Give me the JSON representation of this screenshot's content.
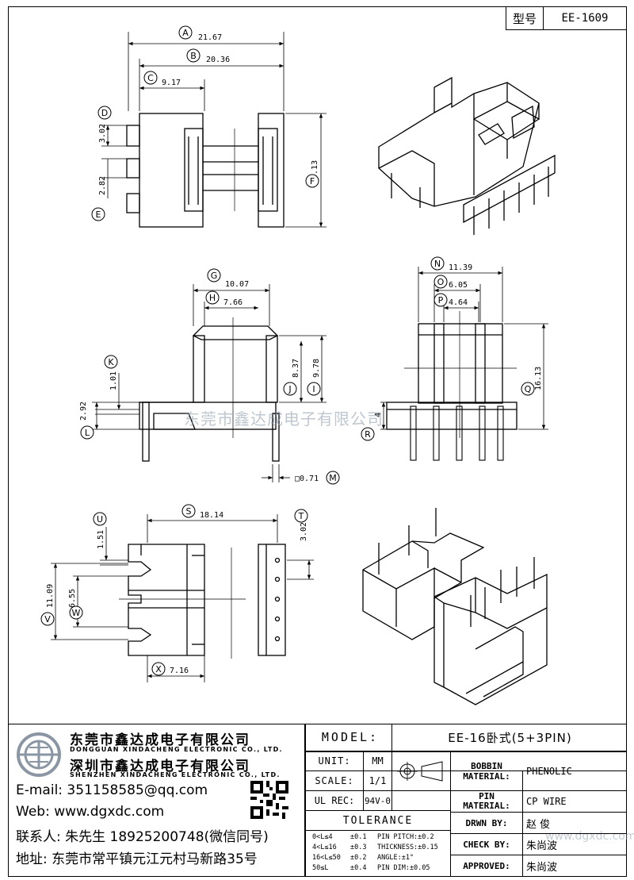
{
  "model_tag": {
    "label": "型号",
    "value": "EE-1609"
  },
  "dimensions": {
    "A": "21.67",
    "B": "20.36",
    "C": "9.17",
    "D": "3.02",
    "E": "2.82",
    "F": "16.13",
    "G": "10.07",
    "H": "7.66",
    "I": "9.78",
    "J": "8.37",
    "K": "1.01",
    "L": "2.92",
    "M": "□0.71",
    "N": "11.39",
    "O": "6.05",
    "P": "4.64",
    "Q": "16.13",
    "R": "4",
    "S": "18.14",
    "T": "3.02",
    "U": "1.51",
    "V": "11.09",
    "W": "6.55",
    "X": "7.16"
  },
  "watermark": "东莞市鑫达成电子有限公司",
  "watermark_web": "www.dgxdc.com",
  "company": {
    "name1": "东莞市鑫达成电子有限公司",
    "en1": "DONGGUAN XINDACHENG ELECTRONIC CO., LTD.",
    "name2": "深圳市鑫达成电子有限公司",
    "en2": "SHENZHEN XINDACHENG ELECTRONIC CO., LTD.",
    "email": "E-mail: 351158585@qq.com",
    "web": "Web: www.dgxdc.com",
    "contact": "联系人: 朱先生 18925200748(微信同号)",
    "address": "地址: 东莞市常平镇元江元村马新路35号"
  },
  "title_block": {
    "model_label": "MODEL:",
    "model_value": "EE-16卧式(5+3PIN)",
    "unit_label": "UNIT:",
    "unit_value": "MM",
    "scale_label": "SCALE:",
    "scale_value": "1/1",
    "ulrec_label": "UL REC:",
    "ulrec_value": "94V-0",
    "tolerance_label": "TOLERANCE",
    "bobbin_label1": "BOBBIN",
    "bobbin_label2": "MATERIAL:",
    "bobbin_value": "PHENOLIC",
    "pin_label1": "PIN",
    "pin_label2": "MATERIAL:",
    "pin_value": "CP WIRE",
    "drawn_label": "DRWN BY:",
    "drawn_value": "赵 俊",
    "check_label": "CHECK BY:",
    "check_value": "朱尚波",
    "approved_label": "APPROVED:",
    "approved_value": "朱尚波",
    "tol_rows": [
      [
        "0<L≤4",
        "±0.1",
        "PIN PITCH:±0.2"
      ],
      [
        "4<L≤16",
        "±0.3",
        "THICKNESS:±0.15"
      ],
      [
        "16<L≤50",
        "±0.2",
        "ANGLE:±1°"
      ],
      [
        "50≤L",
        "±0.4",
        "PIN DIM:±0.05"
      ]
    ]
  }
}
